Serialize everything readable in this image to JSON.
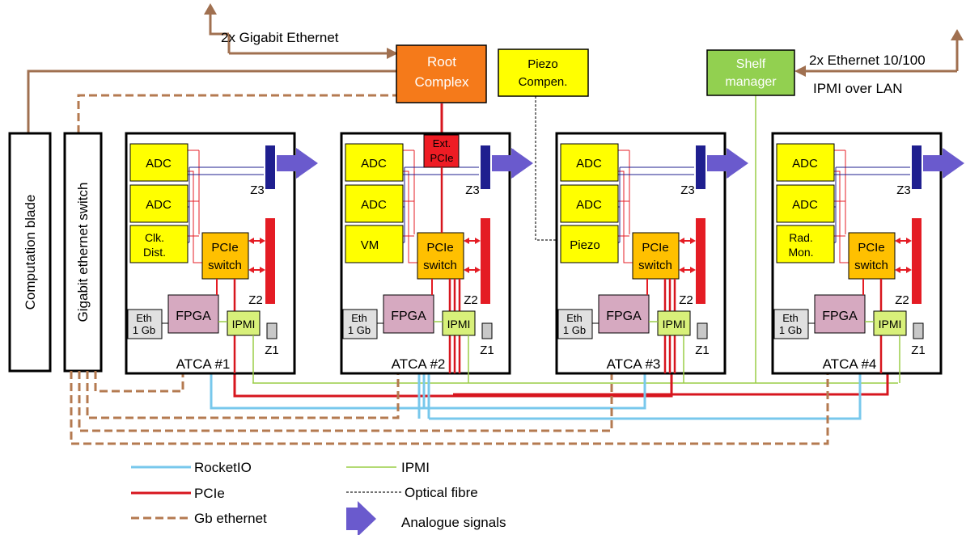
{
  "colors": {
    "yellow": "#FFFF00",
    "orange": "#FFC000",
    "root": "#F57A1A",
    "shelf": "#92D050",
    "ipmi": "#D8F07A",
    "fpga": "#D6A9C0",
    "eth": "#E0E0E0",
    "ext": "#EE1C24",
    "blue": "#1F1F8F",
    "red": "#E41C24",
    "rocketio": "#78C8EC",
    "pcie": "#D7161E",
    "gbe": "#B47A50",
    "ipmiline": "#9ACD47",
    "arrow": "#6A5ACD",
    "brownline": "#A07050"
  },
  "top": {
    "gigabit": "2x Gigabit Ethernet",
    "root_line1": "Root",
    "root_line2": "Complex",
    "piezo_line1": "Piezo",
    "piezo_line2": "Compen.",
    "shelf_line1": "Shelf",
    "shelf_line2": "manager",
    "eth100": "2x Ethernet 10/100",
    "ipmilan": "IPMI over LAN"
  },
  "left": {
    "computation": "Computation blade",
    "gbswitch": "Gigabit ethernet switch"
  },
  "cards": [
    {
      "title": "ATCA #1",
      "m1": "ADC",
      "m2": "ADC",
      "m3a": "Clk.",
      "m3b": "Dist."
    },
    {
      "title": "ATCA #2",
      "m1": "ADC",
      "m2": "ADC",
      "m3a": "VM",
      "m3b": ""
    },
    {
      "title": "ATCA #3",
      "m1": "ADC",
      "m2": "ADC",
      "m3a": "Piezo",
      "m3b": ""
    },
    {
      "title": "ATCA #4",
      "m1": "ADC",
      "m2": "ADC",
      "m3a": "Rad.",
      "m3b": "Mon."
    }
  ],
  "card_labels": {
    "pcie1": "PCIe",
    "pcie2": "switch",
    "fpga": "FPGA",
    "ipmi": "IPMI",
    "eth1": "Eth",
    "eth2": "1 Gb",
    "z1": "Z1",
    "z2": "Z2",
    "z3": "Z3",
    "ext1": "Ext.",
    "ext2": "PCIe"
  },
  "legend": {
    "rocketio": "RocketIO",
    "pcie": "PCIe",
    "gbe": "Gb ethernet",
    "ipmi": "IPMI",
    "optical": "Optical fibre",
    "analogue": "Analogue signals"
  }
}
